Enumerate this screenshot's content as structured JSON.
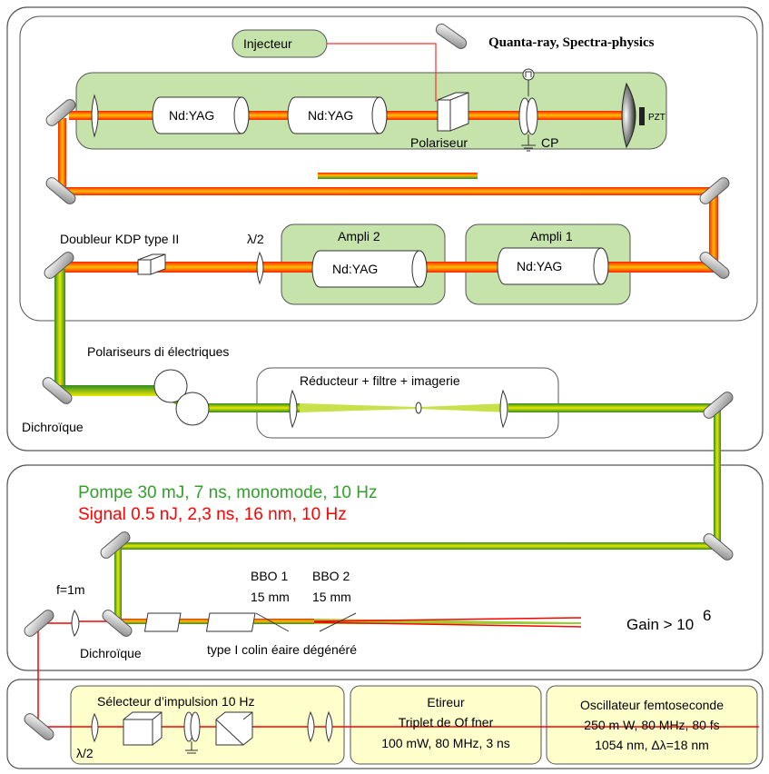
{
  "header": {
    "brand": "Quanta-ray, Spectra-physics",
    "injecteur": "Injecteur"
  },
  "oscillator_cavity": {
    "rod1": "Nd:YAG",
    "rod2": "Nd:YAG",
    "polariseur": "Polariseur",
    "cp": "CP",
    "pzt": "PZT"
  },
  "amplifiers": {
    "doubleur": "Doubleur KDP  type II",
    "half_wave": "λ/2",
    "ampli2": "Ampli 2",
    "ampli2_rod": "Nd:YAG",
    "ampli1": "Ampli 1",
    "ampli1_rod": "Nd:YAG"
  },
  "filtering": {
    "polariseurs": "Polariseurs di électriques",
    "reducteur": "Réducteur + filtre + imagerie",
    "dichroique": "Dichroïque"
  },
  "opa": {
    "pompe": "Pompe 30 mJ, 7 ns, monomode, 10 Hz",
    "signal": "Signal 0.5 nJ, 2,3 ns, 16 nm, 10 Hz",
    "focal": "f=1m",
    "bbo1": "BBO 1",
    "bbo1_len": "15 mm",
    "bbo2": "BBO 2",
    "bbo2_len": "15 mm",
    "gain_base": "Gain > 10",
    "gain_exp": "6",
    "dichroique": "Dichroïque",
    "type": "type I colin éaire dégénéré"
  },
  "seed_chain": {
    "selecteur": "Sélecteur d’impulsion 10 Hz",
    "half_wave": "λ/2",
    "etireur": "Etireur",
    "etireur_line2": "Triplet de Of fner",
    "etireur_line3": "100 mW, 80 MHz, 3 ns",
    "oscillateur": "Oscillateur femtoseconde",
    "oscillateur_line2": "250 m W, 80 MHz, 80 fs",
    "oscillateur_line3": "1054 nm,  Δλ=18 nm"
  },
  "colors": {
    "green_box": "#c6e3ab",
    "beam_red": "#ff0000",
    "beam_orange": "#ffb000",
    "beam_green": "#3aa02a",
    "beam_yellow": "#e6e600",
    "pump_text": "#33a02c",
    "signal_text": "#ff0000",
    "yellow_box": "#ffffcc",
    "panel_stroke": "#555555"
  }
}
